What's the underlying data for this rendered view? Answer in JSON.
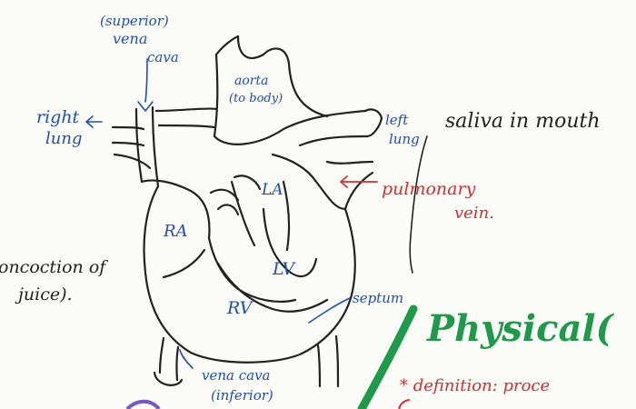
{
  "labels": {
    "superior": "(superior)",
    "vena": "vena",
    "cava": "cava",
    "aorta": "aorta",
    "to_body": "(to body)",
    "right": "right",
    "lung_right": "lung",
    "left": "left",
    "lung_left": "lung",
    "pulmonary": "pulmonary",
    "vein": "vein.",
    "ra": "RA",
    "la": "LA",
    "lv": "LV",
    "rv": "RV",
    "septum": "septum",
    "vena_cava": "vena cava",
    "inferior": "(inferior)"
  },
  "notes": {
    "saliva": "saliva in mouth",
    "concoction": "oncoction of",
    "juice": "juice).",
    "physical": "Physical(",
    "definition": "* definition: proce"
  },
  "colors": {
    "ink": "#222222",
    "blue": "#1f4fb0",
    "red": "#d32f2f",
    "green": "#1f9a4a",
    "paper": "#fbfbf8"
  }
}
